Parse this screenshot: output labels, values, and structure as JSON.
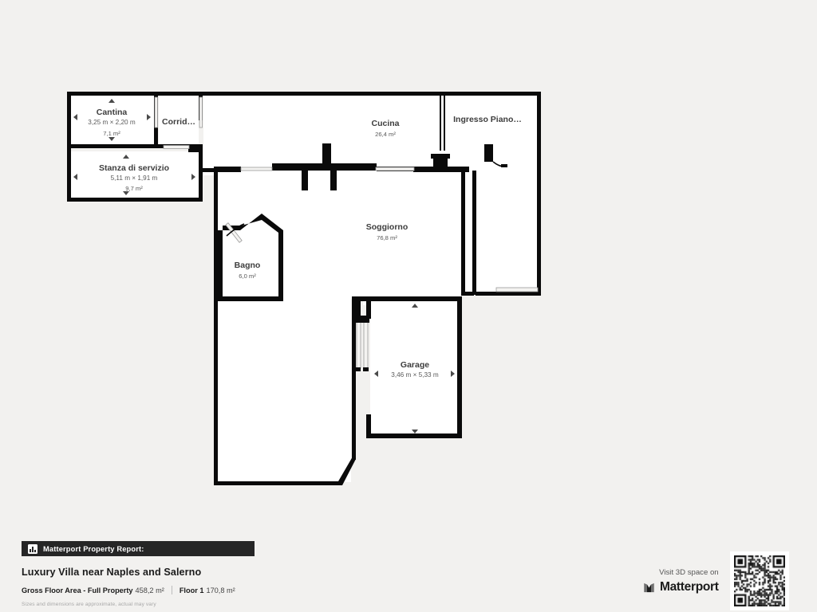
{
  "background_color": "#f2f1ef",
  "wall_color": "#0a0a0a",
  "floorplan": {
    "rooms": [
      {
        "id": "cantina",
        "name": "Cantina",
        "dimensions": "3,25 m × 2,20 m",
        "area": "7,1 m²"
      },
      {
        "id": "corridoio",
        "name": "Corrid…",
        "dimensions": "",
        "area": ""
      },
      {
        "id": "stanza",
        "name": "Stanza di servizio",
        "dimensions": "5,11 m × 1,91 m",
        "area": "9,7 m²"
      },
      {
        "id": "cucina",
        "name": "Cucina",
        "dimensions": "",
        "area": "26,4 m²"
      },
      {
        "id": "ingresso",
        "name": "Ingresso Piano…",
        "dimensions": "",
        "area": ""
      },
      {
        "id": "soggiorno",
        "name": "Soggiorno",
        "dimensions": "",
        "area": "76,8 m²"
      },
      {
        "id": "bagno",
        "name": "Bagno",
        "dimensions": "",
        "area": "6,0 m²"
      },
      {
        "id": "garage",
        "name": "Garage",
        "dimensions": "3,46 m × 5,33 m",
        "area": ""
      }
    ]
  },
  "report": {
    "header_label": "Matterport Property Report:",
    "property_name": "Luxury Villa near Naples and Salerno",
    "gross_floor_area_label": "Gross Floor Area - Full Property",
    "gross_floor_area_value": "458,2 m²",
    "floor_label": "Floor 1",
    "floor_value": "170,8 m²",
    "disclaimer": "Sizes and dimensions are approximate, actual may vary"
  },
  "promo": {
    "visit_label": "Visit 3D space on",
    "brand": "Matterport"
  }
}
